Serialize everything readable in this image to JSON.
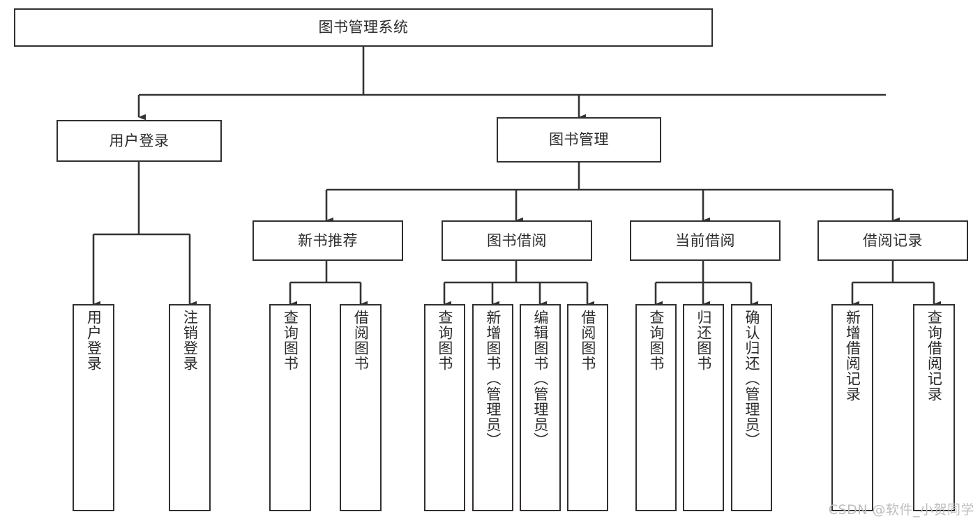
{
  "diagram": {
    "type": "tree",
    "title": "图书管理系统",
    "watermark": "CSDN @软件_小贺同学",
    "colors": {
      "box_border": "#32302f",
      "box_fill": "#ffffff",
      "edge": "#333333",
      "text": "#2b2b2b",
      "watermark": "#bdbdbd"
    },
    "root": {
      "label": "图书管理系统"
    },
    "level1": [
      {
        "label": "用户登录"
      },
      {
        "label": "图书管理"
      }
    ],
    "level2": [
      {
        "label": "新书推荐"
      },
      {
        "label": "图书借阅"
      },
      {
        "label": "当前借阅"
      },
      {
        "label": "借阅记录"
      }
    ],
    "leaves": {
      "user_login": [
        {
          "label": "用户登录"
        },
        {
          "label": "注销登录"
        }
      ],
      "new_book_recommend": [
        {
          "label": "查询图书"
        },
        {
          "label": "借阅图书"
        }
      ],
      "book_borrow": [
        {
          "label": "查询图书"
        },
        {
          "label": "新增图书（管理员）"
        },
        {
          "label": "编辑图书（管理员）"
        },
        {
          "label": "借阅图书"
        }
      ],
      "current_borrow": [
        {
          "label": "查询图书"
        },
        {
          "label": "归还图书"
        },
        {
          "label": "确认归还（管理员）"
        }
      ],
      "borrow_record": [
        {
          "label": "新增借阅记录"
        },
        {
          "label": "查询借阅记录"
        }
      ]
    }
  }
}
